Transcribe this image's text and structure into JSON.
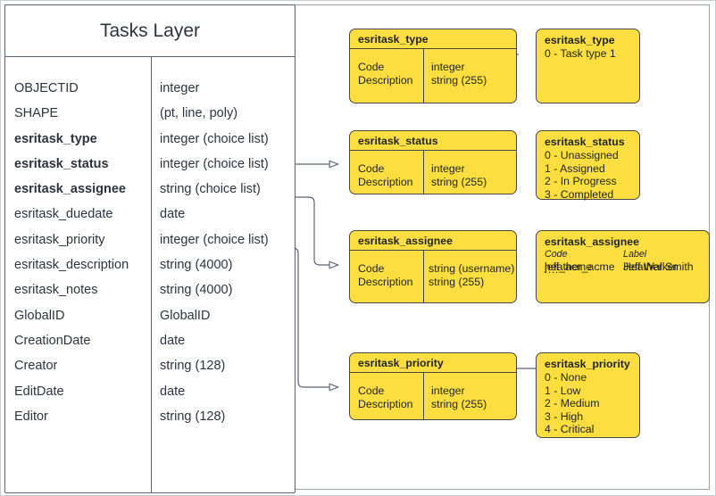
{
  "diagram": {
    "colors": {
      "domain_fill": "#fcde40",
      "domain_stroke": "#48484a",
      "entity_stroke": "#5a6472",
      "frame_stroke": "#9aa0a6",
      "text": "#2d333f",
      "background": "#ffffff"
    }
  },
  "entity": {
    "title": "Tasks Layer",
    "columns": [
      "field",
      "type"
    ],
    "fields": [
      {
        "name": "OBJECTID",
        "type": "integer",
        "bold": false
      },
      {
        "name": "SHAPE",
        "type": "(pt, line, poly)",
        "bold": false
      },
      {
        "name": "esritask_type",
        "type": "integer (choice list)",
        "bold": true
      },
      {
        "name": "esritask_status",
        "type": "integer (choice list)",
        "bold": true
      },
      {
        "name": "esritask_assignee",
        "type": "string (choice list)",
        "bold": true
      },
      {
        "name": "esritask_duedate",
        "type": "date",
        "bold": false
      },
      {
        "name": "esritask_priority",
        "type": "integer (choice list)",
        "bold": false
      },
      {
        "name": "esritask_description",
        "type": "string (4000)",
        "bold": false
      },
      {
        "name": "esritask_notes",
        "type": "string (4000)",
        "bold": false
      },
      {
        "name": "GlobalID",
        "type": "GlobalID",
        "bold": false
      },
      {
        "name": "CreationDate",
        "type": "date",
        "bold": false
      },
      {
        "name": "Creator",
        "type": "string (128)",
        "bold": false
      },
      {
        "name": "EditDate",
        "type": "date",
        "bold": false
      },
      {
        "name": "Editor",
        "type": "string (128)",
        "bold": false
      }
    ]
  },
  "domains": {
    "type_schema": {
      "title": "esritask_type",
      "left": [
        "Code",
        "Description"
      ],
      "right": [
        "integer",
        "string (255)"
      ]
    },
    "status_schema": {
      "title": "esritask_status",
      "left": [
        "Code",
        "Description"
      ],
      "right": [
        "integer",
        "string (255)"
      ]
    },
    "assignee_schema": {
      "title": "esritask_assignee",
      "left": [
        "Code",
        "Description"
      ],
      "right": [
        "string  (username)",
        "string (255)"
      ]
    },
    "priority_schema": {
      "title": "esritask_priority",
      "left": [
        "Code",
        "Description"
      ],
      "right": [
        "integer",
        "string (255)"
      ]
    }
  },
  "values": {
    "type_values": {
      "title": "esritask_type",
      "items": [
        "0 - Task type 1"
      ]
    },
    "status_values": {
      "title": "esritask_status",
      "items": [
        "0 - Unassigned",
        "1 - Assigned",
        "2 - In Progress",
        "3 - Completed"
      ]
    },
    "assignee_values": {
      "title": "esritask_assignee",
      "head_code": "Code",
      "head_label": "Label",
      "rows": [
        {
          "code": "heather_acme",
          "label": "Heather Smith"
        },
        {
          "code": "jeff_acme",
          "label": "Jeff Walker"
        }
      ],
      "ellipsis": "...."
    },
    "priority_values": {
      "title": "esritask_priority",
      "items": [
        "0 - None",
        "1 - Low",
        "2 - Medium",
        "3 - High",
        "4 - Critical"
      ]
    }
  }
}
